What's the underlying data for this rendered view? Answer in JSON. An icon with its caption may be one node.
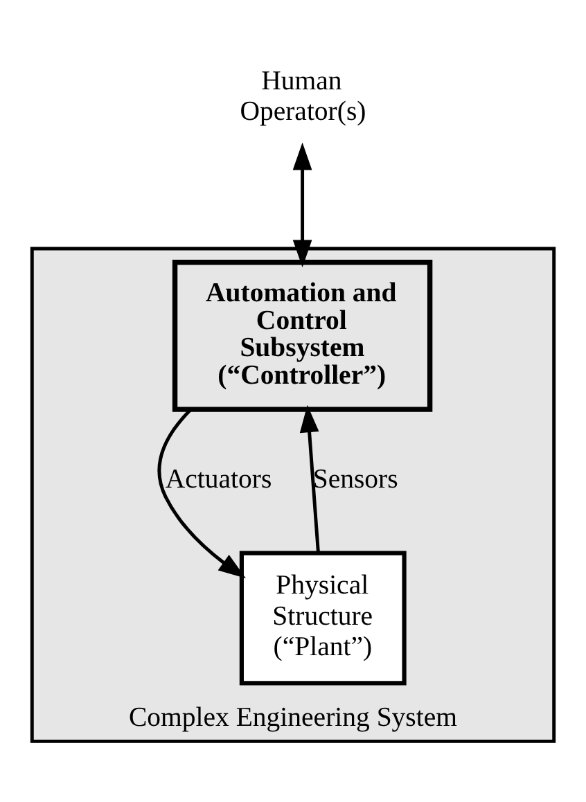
{
  "diagram": {
    "nodes": [
      {
        "text": [
          "Human Operator(s)"
        ]
      },
      {
        "text": [
          "Complex Engineering System"
        ]
      },
      {
        "text": [
          "Automation and Control Subsystem (“Controller”)"
        ],
        "in": 1
      },
      {
        "text": [
          "Physical Structure (“Plant”)"
        ],
        "in": 1
      }
    ],
    "edges": [
      {
        "from": 0,
        "to": 2,
        "arrow": "both"
      },
      {
        "from": 2,
        "to": 3,
        "arrow": "to",
        "label": "Actuators"
      },
      {
        "from": 3,
        "to": 2,
        "arrow": "to",
        "label": "Sensors"
      }
    ]
  }
}
